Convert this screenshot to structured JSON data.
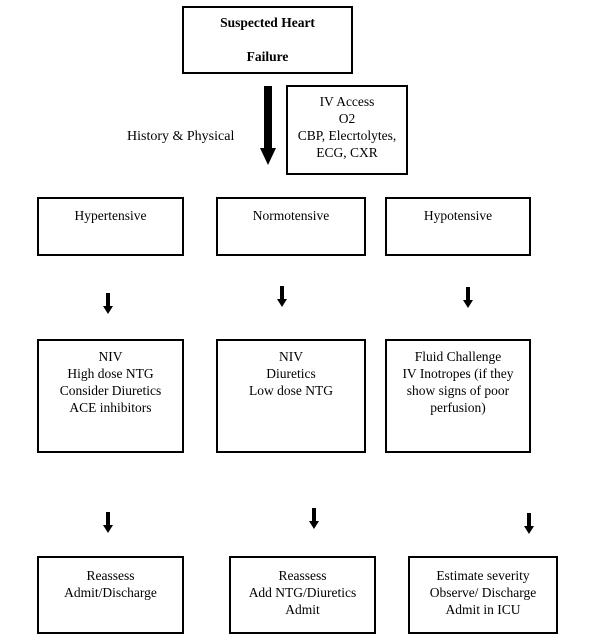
{
  "start": {
    "lines": [
      "Suspected Heart",
      "Failure"
    ]
  },
  "workup": {
    "lines": [
      "IV Access",
      "O2",
      "CBP, Elecrtolytes,",
      "ECG, CXR"
    ]
  },
  "edge_label": "History & Physical",
  "categories": [
    {
      "title": "Hypertensive"
    },
    {
      "title": "Normotensive"
    },
    {
      "title": "Hypotensive"
    }
  ],
  "treatments": [
    {
      "lines": [
        "NIV",
        "High dose NTG",
        "Consider Diuretics",
        "ACE inhibitors"
      ]
    },
    {
      "lines": [
        "NIV",
        "Diuretics",
        "Low dose NTG"
      ]
    },
    {
      "lines": [
        "Fluid Challenge",
        "IV Inotropes (if they",
        "show signs of poor",
        "perfusion)"
      ]
    }
  ],
  "outcomes": [
    {
      "lines": [
        "Reassess",
        "Admit/Discharge"
      ]
    },
    {
      "lines": [
        "Reassess",
        "Add NTG/Diuretics",
        "Admit"
      ]
    },
    {
      "lines": [
        "Estimate severity",
        "Observe/ Discharge",
        "Admit in ICU"
      ]
    }
  ]
}
